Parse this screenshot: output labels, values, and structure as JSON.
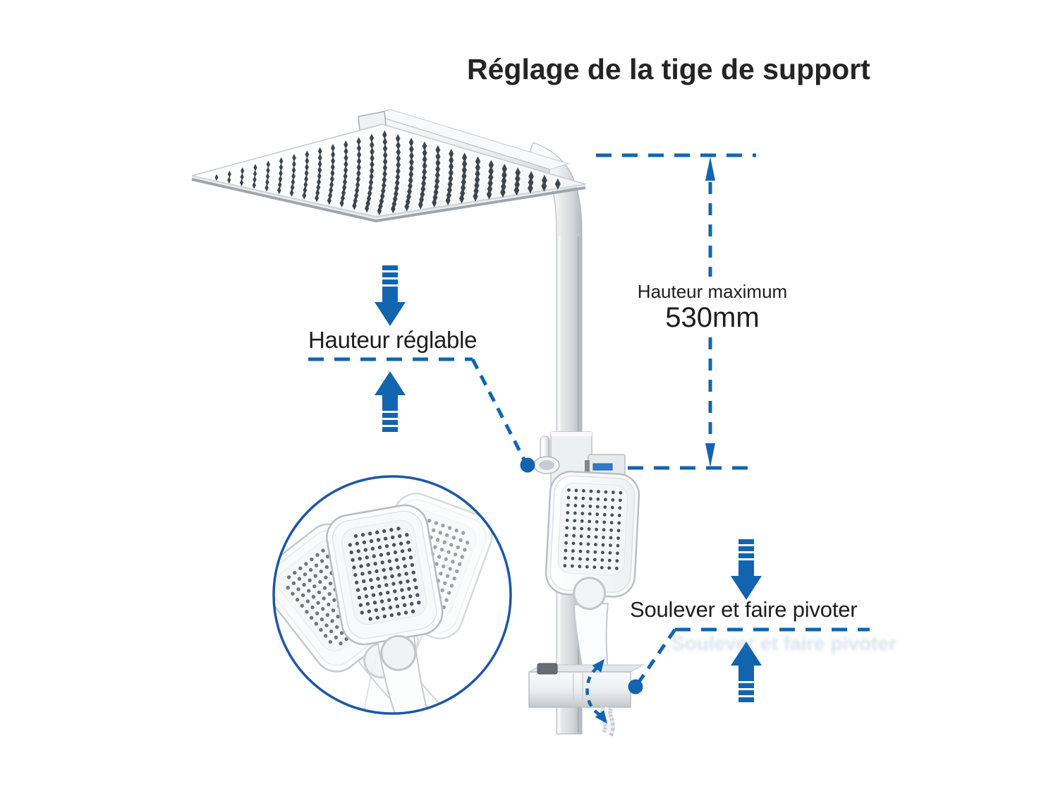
{
  "title": "Réglage de la tige de support",
  "callouts": {
    "max_height": {
      "label": "Hauteur maximum",
      "value": "530mm"
    },
    "adjustable_height": {
      "label": "Hauteur réglable"
    },
    "lift_rotate": {
      "label": "Soulever et faire pivoter"
    }
  },
  "icons": {
    "striped_down_arrow": "striped-down-arrow",
    "striped_up_arrow": "striped-up-arrow",
    "dashed_measure_arrow_up": "dashed-arrow-up",
    "dashed_measure_arrow_down": "dashed-arrow-down",
    "rotation_arc": "curved-rotation-arrow",
    "callout_dot": "connector-dot"
  },
  "colors": {
    "accent_blue": "#1264af",
    "inset_circle_border": "#1c57a8",
    "title_text": "#242424",
    "label_text": "#1d1d1d",
    "nozzle_dark": "#3f454c",
    "dot_dark": "#4a5058",
    "holder_clip_blue": "#2f7cc8"
  }
}
